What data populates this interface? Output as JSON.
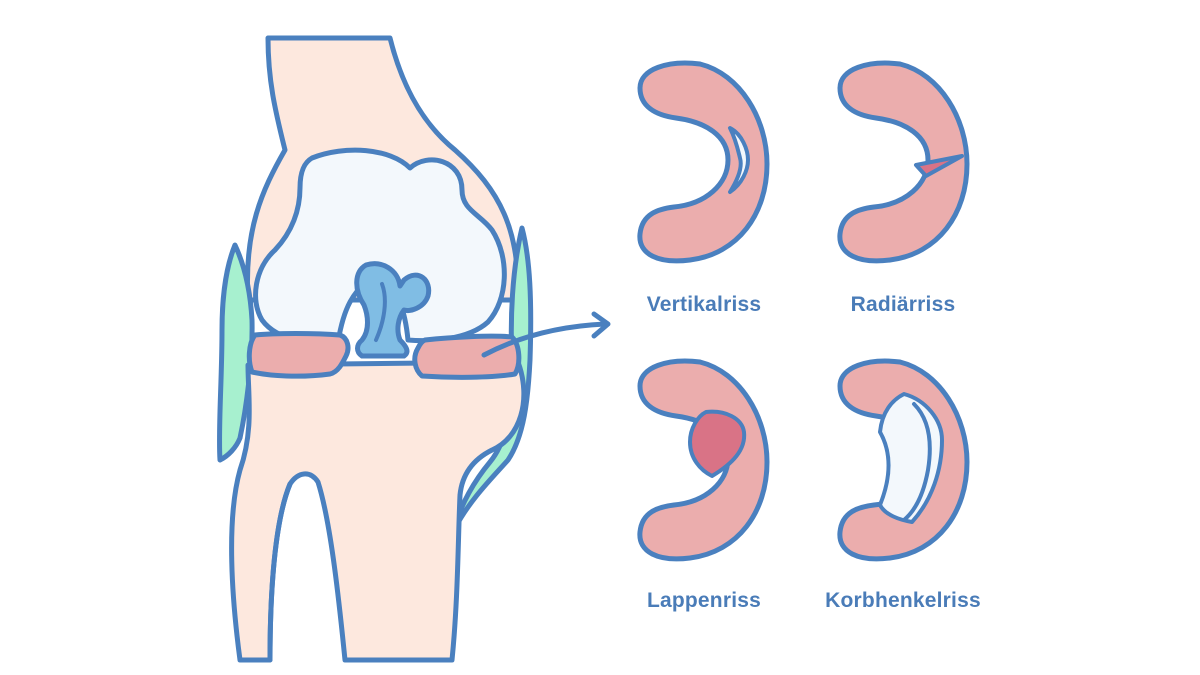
{
  "colors": {
    "outline": "#4a80bf",
    "bone": "#fde8de",
    "cartilage": "#f3f8fc",
    "ligament_fill": "#80bde4",
    "collateral_fill": "#a7f0cf",
    "meniscus_fill": "#ebadad",
    "tear_flap": "#d97386",
    "label_text": "#4a7cb8"
  },
  "tear_types": [
    {
      "label": "Vertikalriss"
    },
    {
      "label": "Radiärriss"
    },
    {
      "label": "Lappenriss"
    },
    {
      "label": "Korbhenkelriss"
    }
  ]
}
